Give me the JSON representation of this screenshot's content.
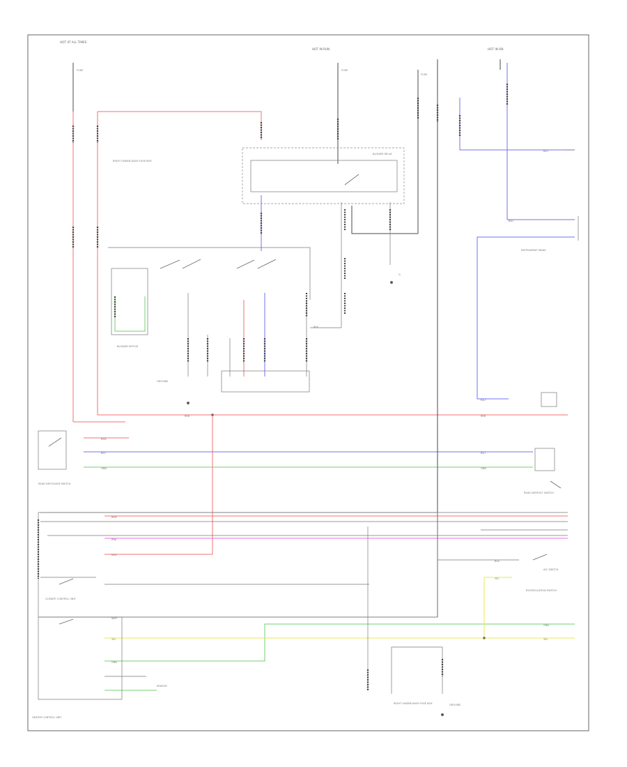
{
  "diagram": {
    "page_tag": "",
    "labels": {
      "hot_all": "HOT AT ALL TIMES",
      "hot_run": "HOT IN RUN",
      "hot_on": "HOT IN ON",
      "fuse_a": "FUSE",
      "fuse_b": "FUSE",
      "fuse_c": "FUSE",
      "jb_left": "RIGHT UNDER-DASH FUSE BOX",
      "jb_left_2": "RIGHT UNDER-DASH FUSE BOX",
      "relay": "BLOWER RELAY",
      "motor": "BLOWER MOTOR",
      "ground_top": "G",
      "module_right": "INSTRUMENT PANEL",
      "switch_left": "REAR DEFOGGER SWITCH",
      "switch_right": "REAR DEFROST SWITCH",
      "control_unit": "CLIMATE CONTROL UNIT",
      "ac_switch": "A/C SWITCH",
      "recirc": "RECIRCULATION SWITCH",
      "sensor": "SENSOR",
      "ground_bottom": "GROUND",
      "ground_mid": "GROUND",
      "bottom_block": "RIGHT UNDER-DASH FUSE BOX",
      "bottom_unit": "HEATER CONTROL UNIT",
      "blk": "BLK",
      "red": "RED",
      "blu": "BLU",
      "grn": "GRN",
      "yel": "YEL",
      "pnk": "PNK",
      "wht": "WHT"
    }
  },
  "colors": {
    "red_wire": "#f07070",
    "blue_wire": "#7070f0",
    "green_wire": "#70d070",
    "yellow_wire": "#e8e850",
    "pink_wire": "#e070e0",
    "black_wire": "#4a4a4a"
  }
}
